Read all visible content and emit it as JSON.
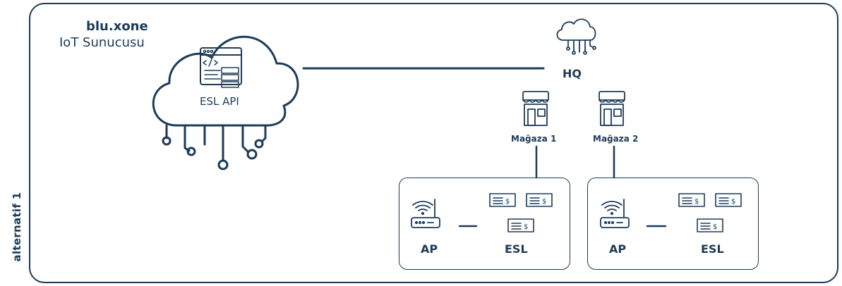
{
  "diagram": {
    "side_label": "alternatif 1",
    "server": {
      "brand": "blu.xone",
      "subtitle": "IoT Sunucusu",
      "api_label": "ESL API"
    },
    "hq": {
      "label": "HQ"
    },
    "stores": [
      {
        "label": "Mağaza 1",
        "ap_label": "AP",
        "esl_label": "ESL"
      },
      {
        "label": "Mağaza 2",
        "ap_label": "AP",
        "esl_label": "ESL"
      }
    ],
    "colors": {
      "stroke": "#1d3b58",
      "background": "#ffffff"
    },
    "icons": [
      "cloud-server-icon",
      "cloud-hq-icon",
      "store-icon",
      "router-icon",
      "price-tag-icon"
    ]
  }
}
